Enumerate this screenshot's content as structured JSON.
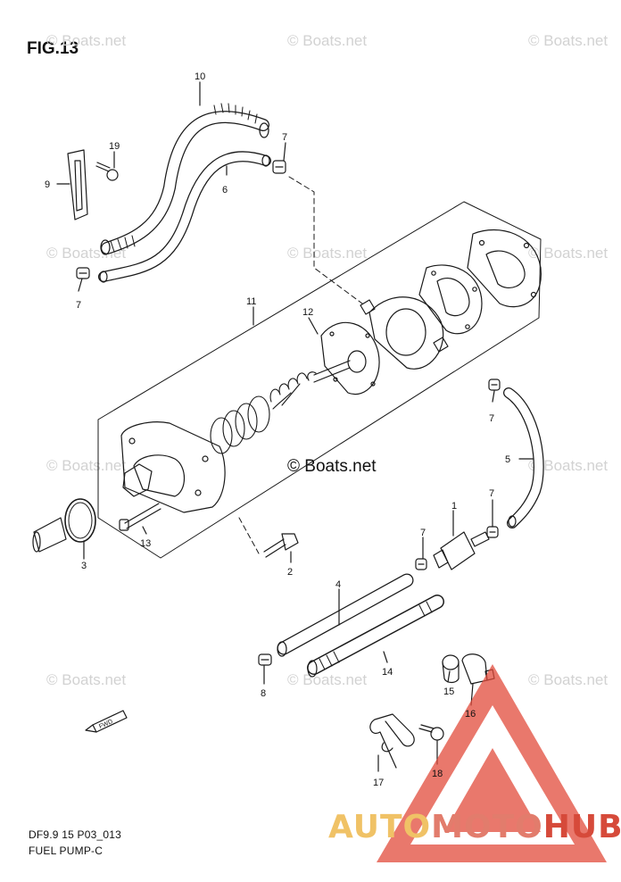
{
  "figure": {
    "title": "FIG.13",
    "code": "DF9.9 15 P03_013",
    "name": "FUEL PUMP-C",
    "fwd_label": "FWD"
  },
  "watermark": {
    "text": "© Boats.net",
    "center_text": "© Boats.net"
  },
  "brand": {
    "part1": "AUTO",
    "part2": "MOTO",
    "part3": "HUB",
    "colors": {
      "part1": "#f0c266",
      "part2": "#e27c6c",
      "part3": "#d64a3a"
    }
  },
  "callouts": [
    "10",
    "19",
    "7",
    "9",
    "6",
    "7",
    "11",
    "12",
    "7",
    "5",
    "7",
    "1",
    "7",
    "3",
    "13",
    "2",
    "4",
    "14",
    "8",
    "15",
    "16",
    "17",
    "18"
  ]
}
